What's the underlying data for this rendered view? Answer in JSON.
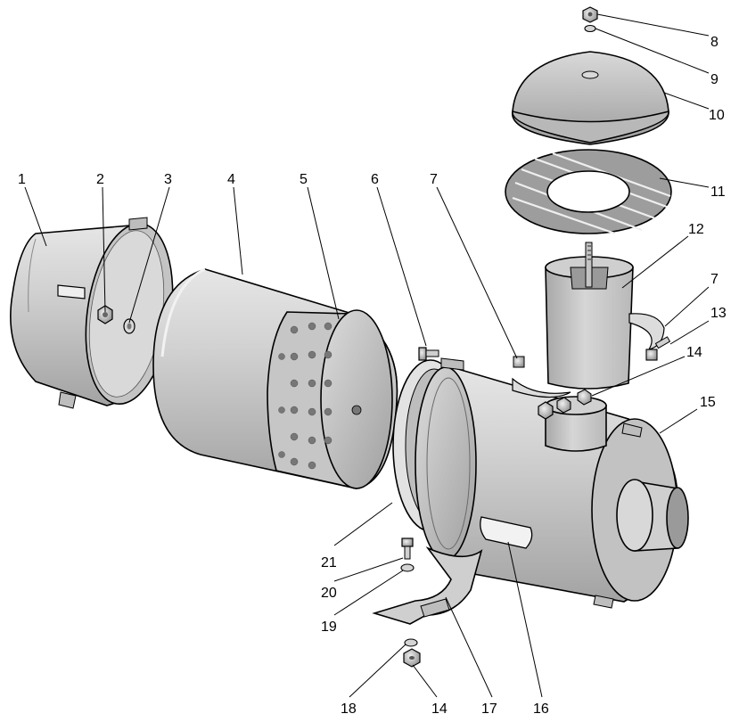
{
  "callouts": [
    {
      "id": "1",
      "text": "1"
    },
    {
      "id": "2",
      "text": "2"
    },
    {
      "id": "3",
      "text": "3"
    },
    {
      "id": "4",
      "text": "4"
    },
    {
      "id": "5",
      "text": "5"
    },
    {
      "id": "6",
      "text": "6"
    },
    {
      "id": "7a",
      "text": "7"
    },
    {
      "id": "7b",
      "text": "7"
    },
    {
      "id": "8",
      "text": "8"
    },
    {
      "id": "9",
      "text": "9"
    },
    {
      "id": "10",
      "text": "10"
    },
    {
      "id": "11",
      "text": "11"
    },
    {
      "id": "12",
      "text": "12"
    },
    {
      "id": "13",
      "text": "13"
    },
    {
      "id": "14a",
      "text": "14"
    },
    {
      "id": "14b",
      "text": "14"
    },
    {
      "id": "15",
      "text": "15"
    },
    {
      "id": "16",
      "text": "16"
    },
    {
      "id": "17",
      "text": "17"
    },
    {
      "id": "18",
      "text": "18"
    },
    {
      "id": "19",
      "text": "19"
    },
    {
      "id": "20",
      "text": "20"
    },
    {
      "id": "21",
      "text": "21"
    }
  ]
}
